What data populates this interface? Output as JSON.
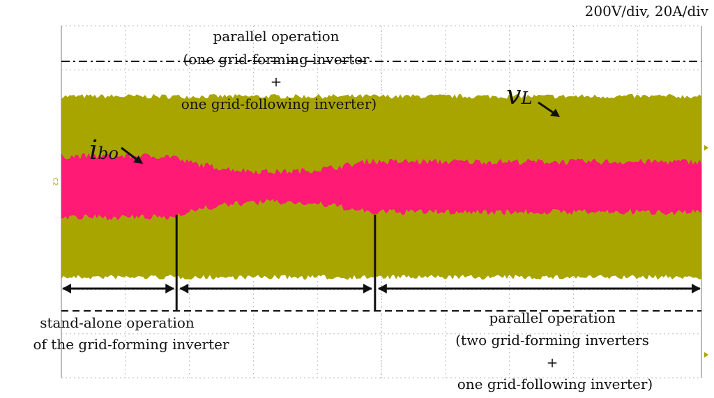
{
  "scale_label": "200V/div, 20A/div",
  "annotations": {
    "top": [
      "parallel operation",
      "(one grid-forming inverter",
      "+",
      "one grid-following inverter)"
    ],
    "bottom_left": [
      "stand-alone operation",
      "of the grid-forming inverter"
    ],
    "bottom_right": [
      "parallel operation",
      "(two grid-forming inverters",
      "+",
      "one grid-following inverter)"
    ]
  },
  "signals": {
    "voltage": {
      "symbol": "v",
      "subscript": "L",
      "color": "#a8a400"
    },
    "current": {
      "symbol": "i",
      "subscript": "bo",
      "color": "#ff1a75"
    }
  },
  "channel_marker": "C2",
  "colors": {
    "grid": "#bbbbbb",
    "frame": "#777777",
    "arrows": "#111111"
  },
  "chart_data": {
    "type": "area",
    "title": "",
    "xlabel": "",
    "ylabel": "",
    "grid": true,
    "grid_divisions": {
      "x": 10,
      "y": 8
    },
    "scale": {
      "voltage": "200V/div",
      "current": "20A/div"
    },
    "series": [
      {
        "name": "v_L",
        "envelope_divisions": 4.0,
        "segments": [
          [
            0,
            1.8,
            4.0
          ],
          [
            1.8,
            4.9,
            4.0
          ],
          [
            4.9,
            10,
            4.0
          ]
        ]
      },
      {
        "name": "i_bo",
        "envelope_divisions": [
          1.25,
          0.6,
          1.0
        ],
        "segments": [
          [
            0,
            1.8,
            1.25
          ],
          [
            1.8,
            4.9,
            0.6
          ],
          [
            4.9,
            10,
            1.0
          ]
        ]
      }
    ],
    "events_divisions": [
      1.8,
      4.9
    ],
    "stages": [
      "stand-alone operation of the grid-forming inverter",
      "parallel operation (one grid-forming inverter + one grid-following inverter)",
      "parallel operation (two grid-forming inverters + one grid-following inverter)"
    ]
  }
}
